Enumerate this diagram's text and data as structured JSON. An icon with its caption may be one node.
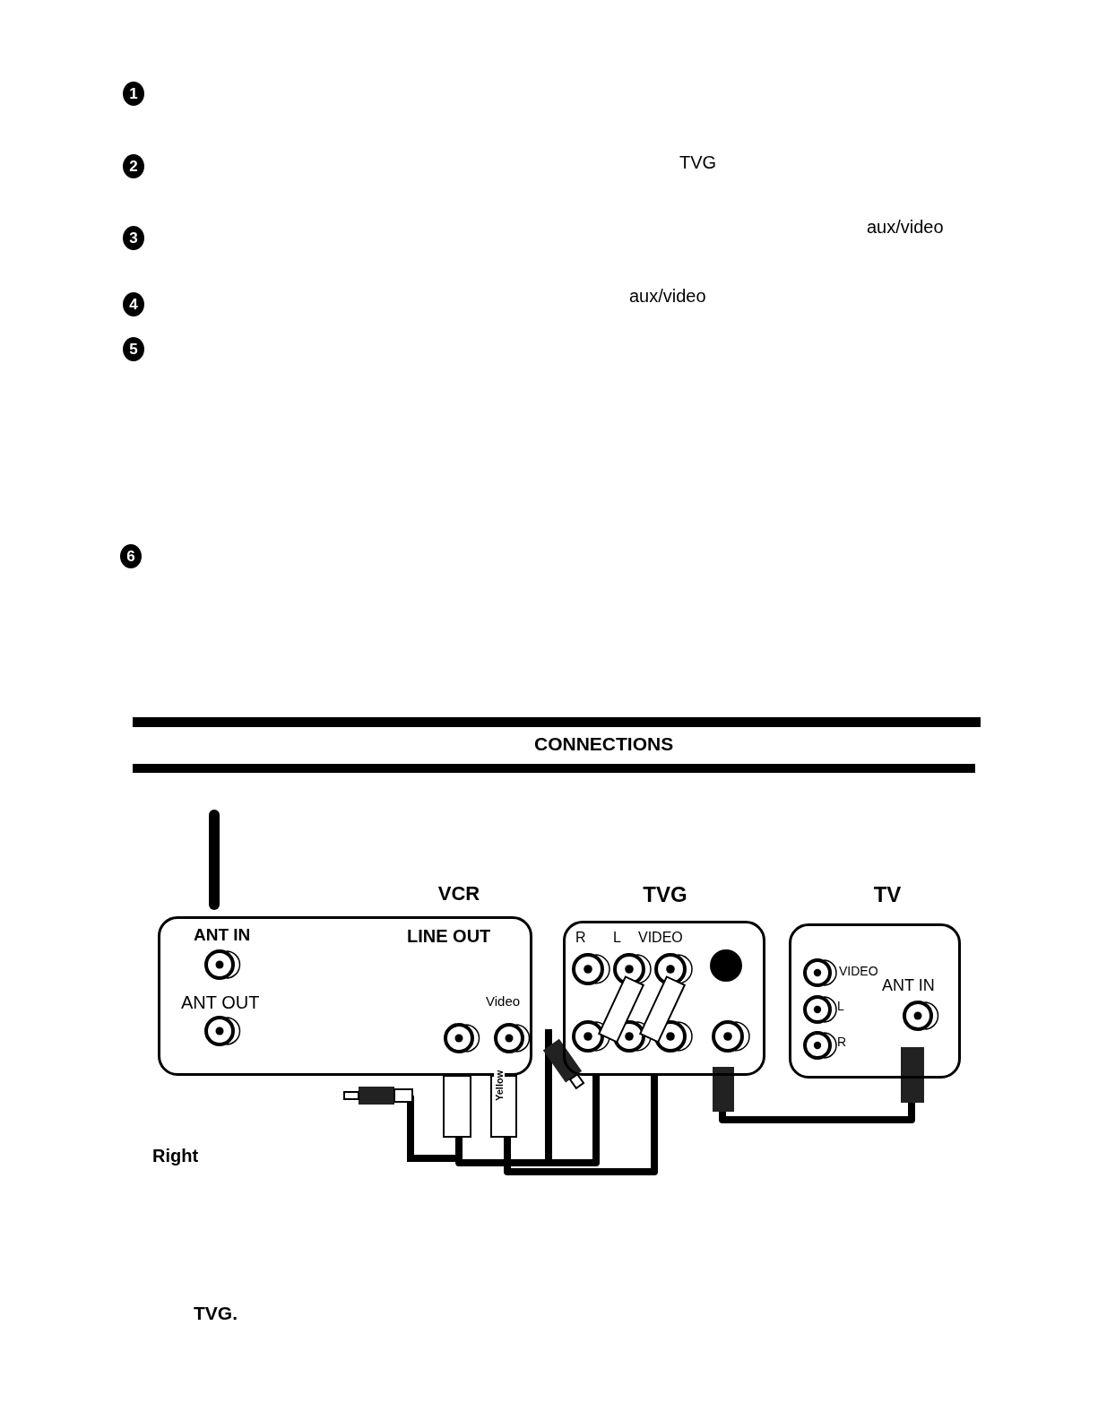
{
  "diagram": {
    "nodes": [
      {
        "text": [
          "VCR",
          "ANT IN",
          "LINE OUT",
          "ANT OUT",
          "Video"
        ]
      },
      {
        "text": [
          "TVG",
          "R",
          "L",
          "VIDEO"
        ]
      },
      {
        "text": [
          "TV",
          "VIDEO",
          "ANT IN",
          "L",
          "R"
        ]
      }
    ],
    "edges": [
      {
        "from": 0,
        "to": 1,
        "arrow": "none"
      },
      {
        "from": 0,
        "to": 1,
        "arrow": "none"
      },
      {
        "from": 1,
        "to": 2,
        "arrow": "none"
      }
    ],
    "labels": [
      "1",
      "2",
      "TVG",
      "3",
      "aux/video",
      "4",
      "aux/video",
      "5",
      "6",
      "CONNECTIONS",
      "Yellow",
      "Right",
      "TVG."
    ]
  }
}
